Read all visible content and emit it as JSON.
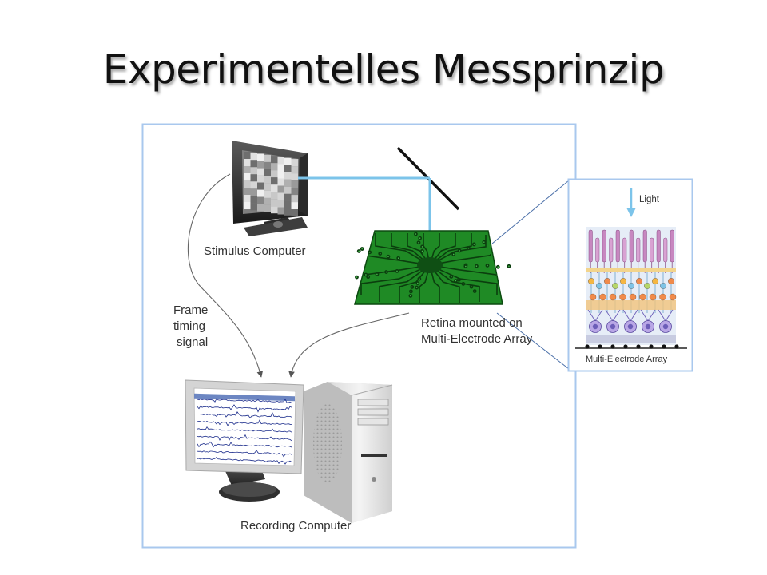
{
  "title": "Experimentelles Messprinzip",
  "labels": {
    "stimulus_computer": "Stimulus Computer",
    "frame_timing": [
      "Frame",
      "timing",
      "signal"
    ],
    "retina_mea": [
      "Retina mounted on",
      "Multi-Electrode Array"
    ],
    "recording_computer": "Recording Computer",
    "light": "Light",
    "mea": "Multi-Electrode Array"
  },
  "colors": {
    "frame_border": "#a9c8ee",
    "light_beam": "#7cc4ea",
    "chip_green": "#1f8a25",
    "rec_trace": "#1d2e8c"
  }
}
